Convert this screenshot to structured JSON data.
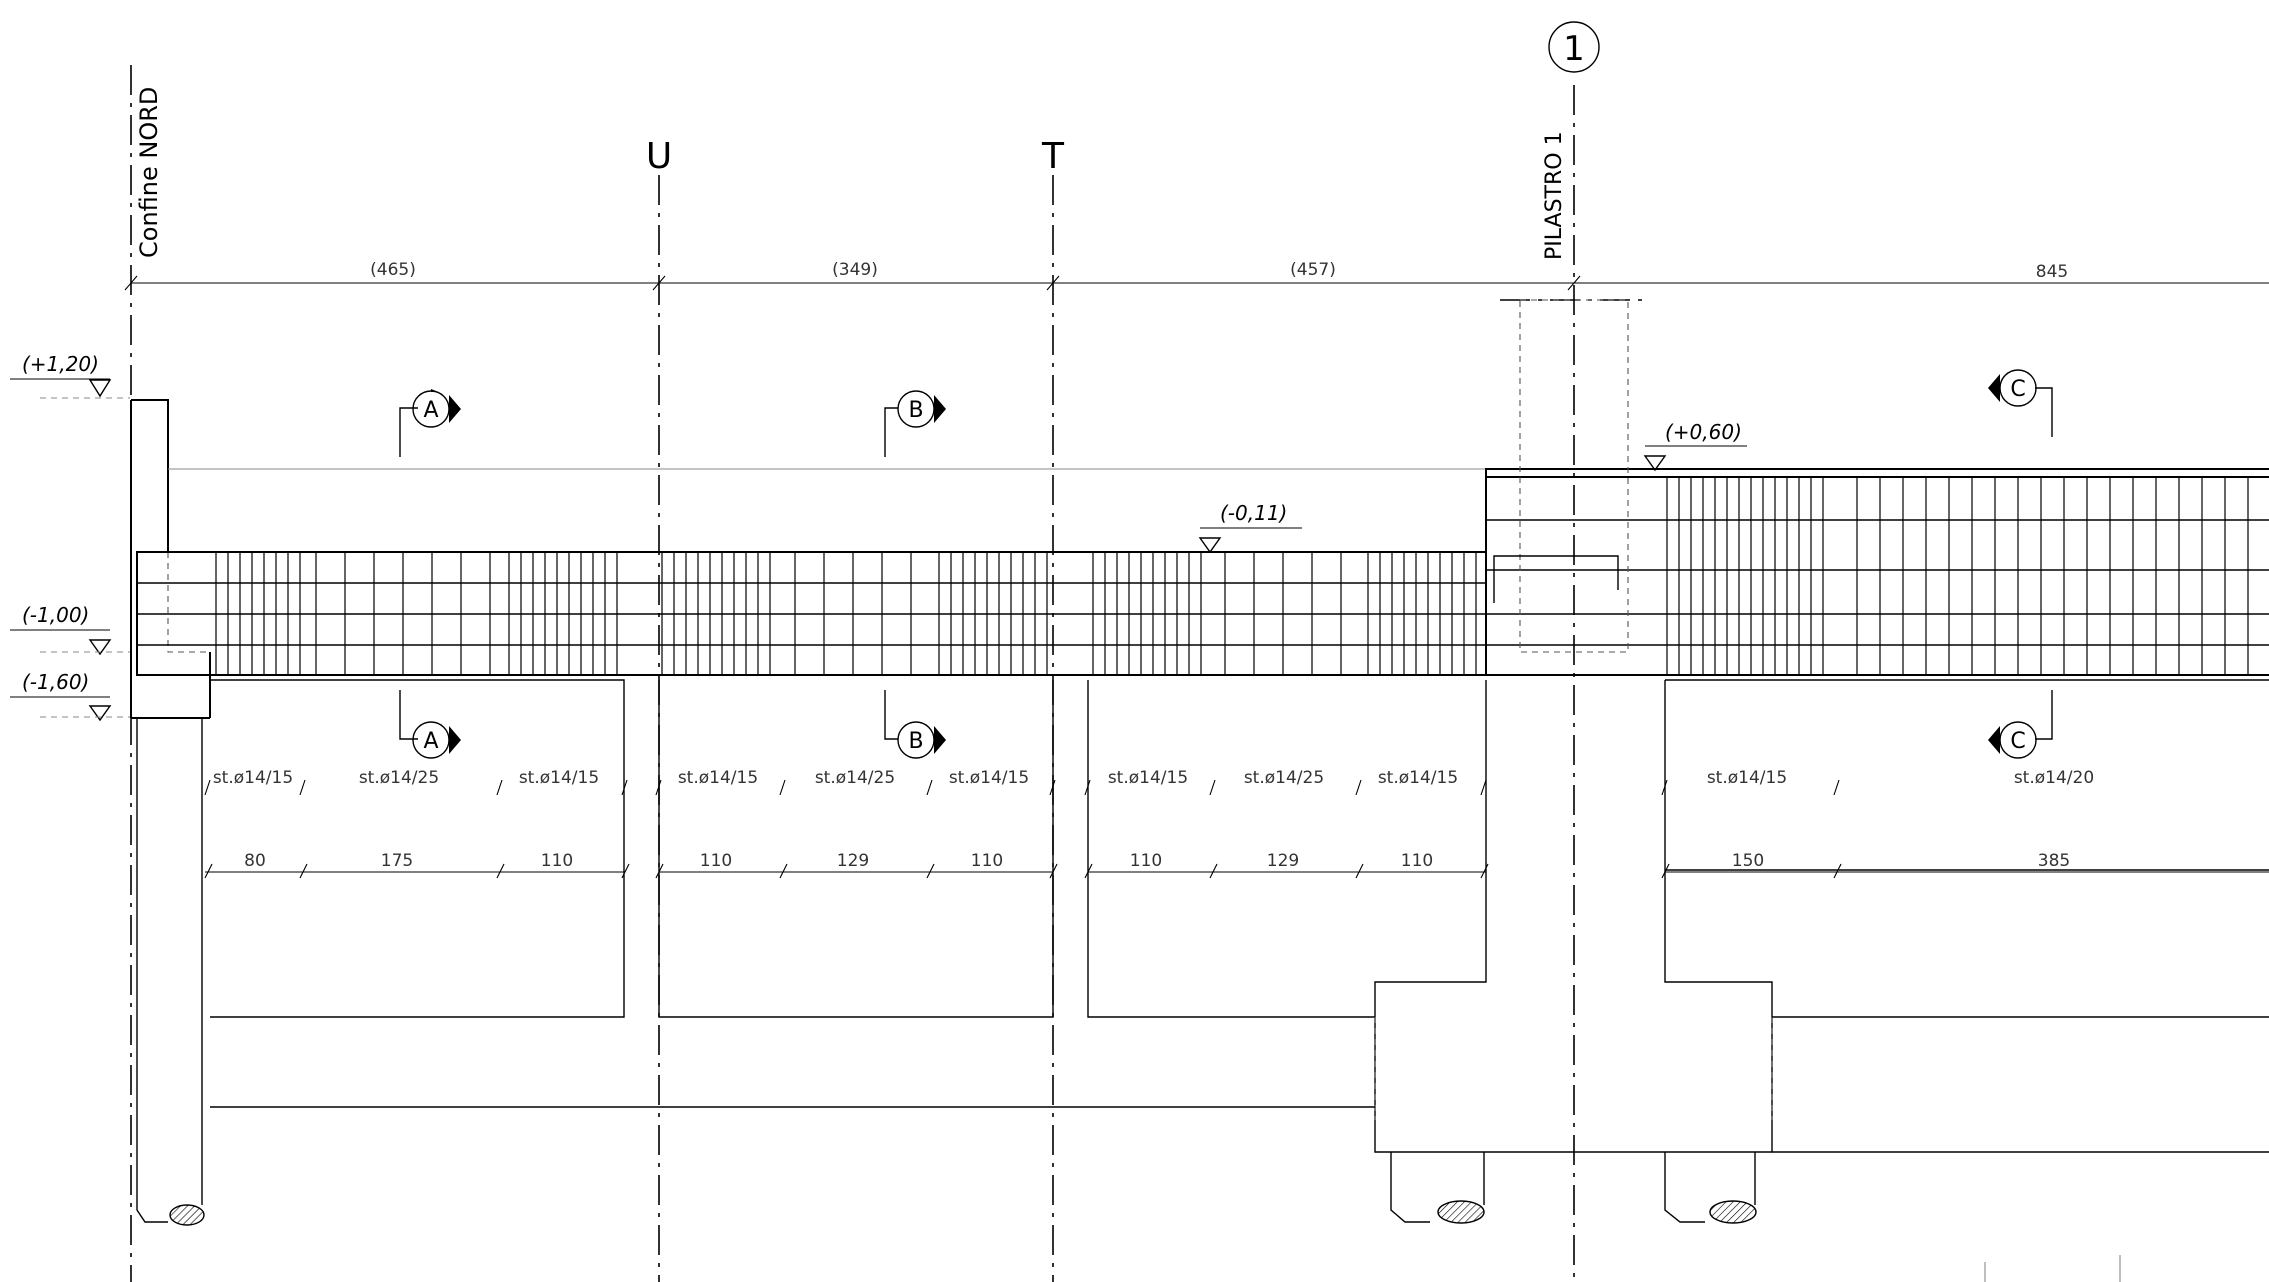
{
  "grid_labels": {
    "confine": "Confine NORD",
    "u": "U",
    "t": "T",
    "axis_number": "1",
    "pilastro": "PILASTRO 1"
  },
  "top_dimensions": [
    "(465)",
    "(349)",
    "(457)",
    "845"
  ],
  "levels": [
    "(+1,20)",
    "(-1,00)",
    "(-1,60)",
    "(-0,11)",
    "(+0,60)"
  ],
  "sections": [
    "A",
    "A",
    "B",
    "B",
    "C",
    "C"
  ],
  "stirrups": [
    "st.ø14/15",
    "st.ø14/25",
    "st.ø14/15",
    "st.ø14/15",
    "st.ø14/25",
    "st.ø14/15",
    "st.ø14/15",
    "st.ø14/25",
    "st.ø14/15",
    "st.ø14/15",
    "st.ø14/20"
  ],
  "spacing_dimensions": [
    "80",
    "175",
    "110",
    "110",
    "129",
    "110",
    "110",
    "129",
    "110",
    "150",
    "385"
  ]
}
